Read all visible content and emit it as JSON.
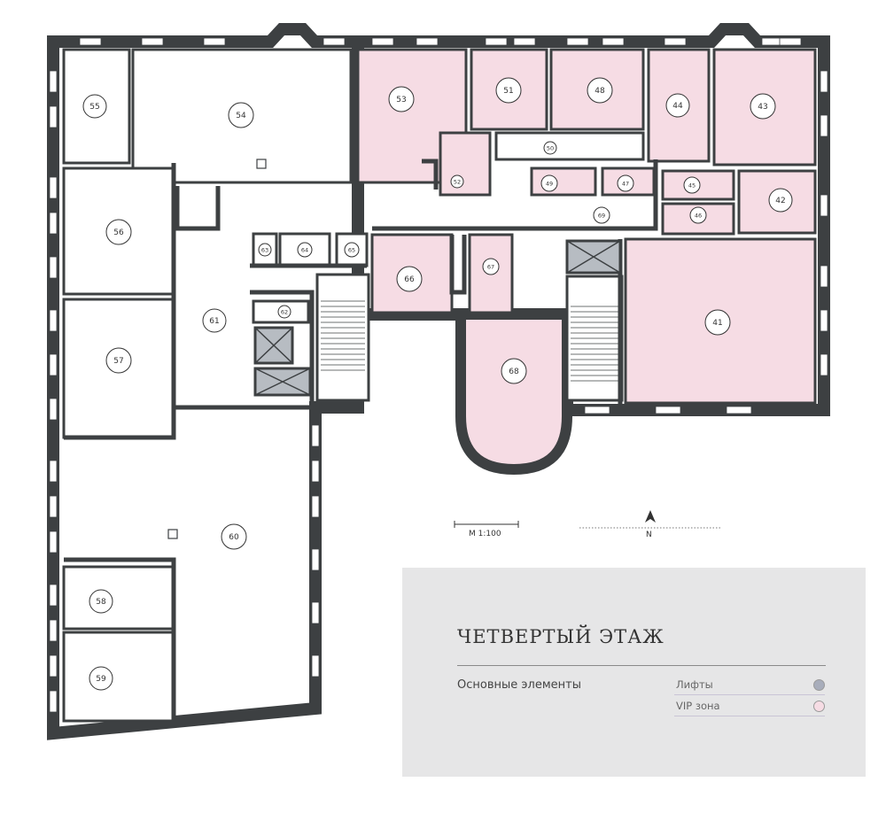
{
  "legend": {
    "floor_title": "ЧЕТВЕРТЫЙ ЭТАЖ",
    "section_heading": "Основные элементы",
    "items": [
      {
        "label": "Лифты",
        "color": "#a8adbb"
      },
      {
        "label": "VIP зона",
        "color": "#f6dce4"
      }
    ]
  },
  "scale": {
    "label": "М 1:100"
  },
  "north": {
    "label": "N"
  },
  "colors": {
    "wall": "#3d4042",
    "vip": "#f6dce4",
    "room": "#ffffff",
    "elevator": "#b7bcc2",
    "panel": "#e6e6e7"
  },
  "rooms": [
    "41",
    "42",
    "43",
    "44",
    "45",
    "46",
    "47",
    "48",
    "49",
    "50",
    "51",
    "52",
    "53",
    "54",
    "55",
    "56",
    "57",
    "58",
    "59",
    "60",
    "61",
    "62",
    "63",
    "64",
    "65",
    "66",
    "67",
    "68",
    "69"
  ]
}
